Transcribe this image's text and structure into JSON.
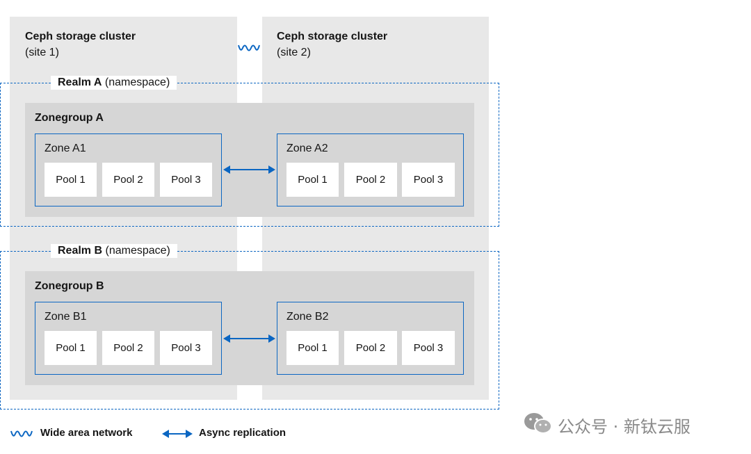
{
  "sites": [
    {
      "title": "Ceph storage cluster",
      "subtitle": "(site 1)"
    },
    {
      "title": "Ceph storage cluster",
      "subtitle": "(site 2)"
    }
  ],
  "realms": [
    {
      "name": "Realm A",
      "suffix": "(namespace)",
      "zonegroup": "Zonegroup A",
      "zones": [
        {
          "name": "Zone A1",
          "pools": [
            "Pool 1",
            "Pool 2",
            "Pool 3"
          ]
        },
        {
          "name": "Zone A2",
          "pools": [
            "Pool 1",
            "Pool 2",
            "Pool 3"
          ]
        }
      ]
    },
    {
      "name": "Realm B",
      "suffix": "(namespace)",
      "zonegroup": "Zonegroup B",
      "zones": [
        {
          "name": "Zone B1",
          "pools": [
            "Pool 1",
            "Pool 2",
            "Pool 3"
          ]
        },
        {
          "name": "Zone B2",
          "pools": [
            "Pool 1",
            "Pool 2",
            "Pool 3"
          ]
        }
      ]
    }
  ],
  "legend": {
    "wan": "Wide area network",
    "async": "Async replication"
  },
  "watermark": "公众号 · 新钛云服",
  "colors": {
    "accent": "#0b66c2",
    "site_bg": "#e8e8e8",
    "zonegroup_bg": "#d6d6d6"
  }
}
